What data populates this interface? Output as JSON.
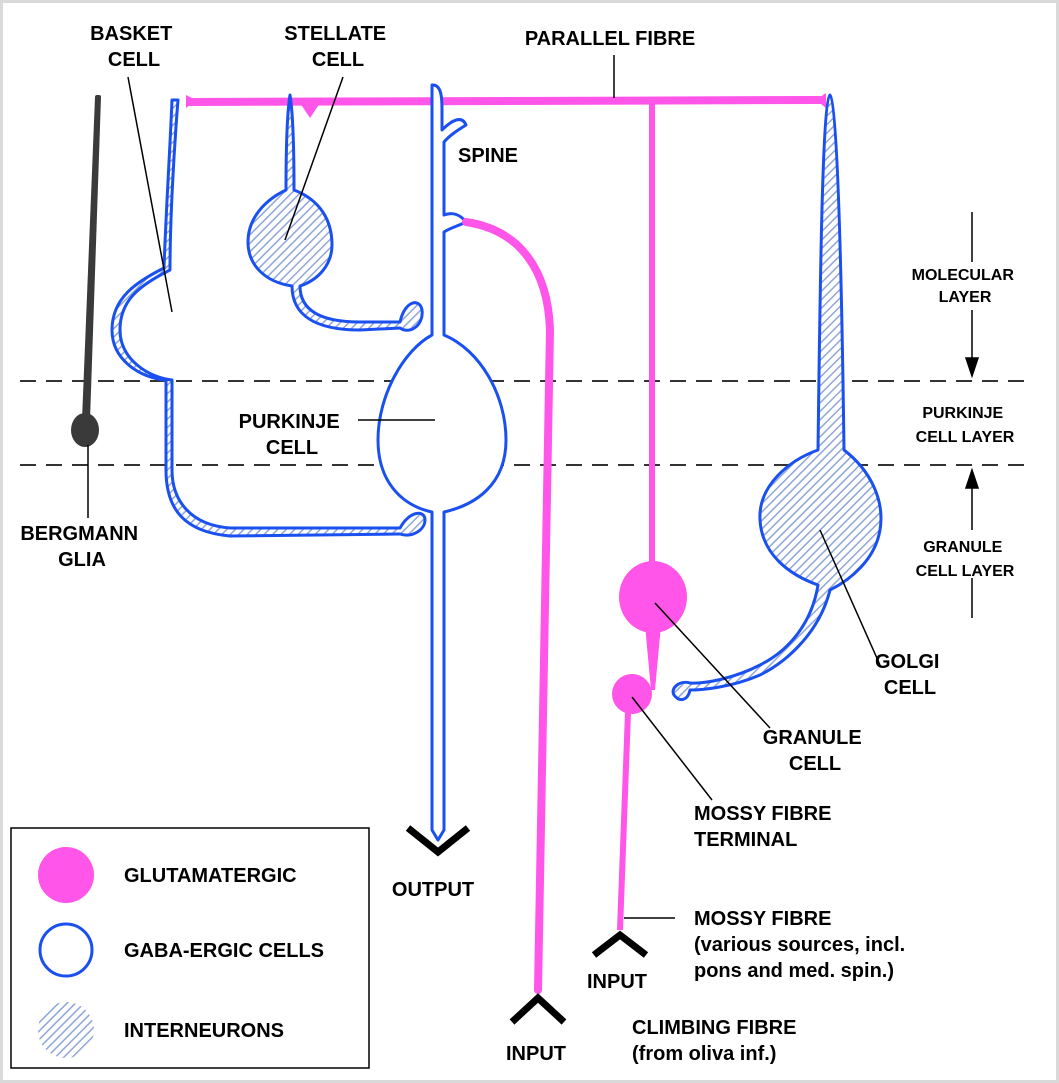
{
  "colors": {
    "glutamatergic": "#ff55e8",
    "gaba": "#1a4ff0",
    "interneuron_hatch": "#8fa6d8",
    "glia": "#3a3a3a"
  },
  "labels": {
    "basket_cell": [
      "BASKET",
      "CELL"
    ],
    "stellate_cell": [
      "STELLATE",
      "CELL"
    ],
    "parallel_fibre": "PARALLEL FIBRE",
    "spine": "SPINE",
    "purkinje_cell": [
      "PURKINJE",
      "CELL"
    ],
    "bergmann_glia": [
      "BERGMANN",
      "GLIA"
    ],
    "golgi_cell": [
      "GOLGI",
      "CELL"
    ],
    "granule_cell": [
      "GRANULE",
      "CELL"
    ],
    "mossy_fibre_terminal": [
      "MOSSY FIBRE",
      "TERMINAL"
    ],
    "mossy_fibre": [
      "MOSSY FIBRE",
      "(various sources, incl.",
      "pons and med. spin.)"
    ],
    "climbing_fibre": [
      "CLIMBING FIBRE",
      "(from oliva inf.)"
    ],
    "output": "OUTPUT",
    "input_climbing": "INPUT",
    "input_mossy": "INPUT"
  },
  "layers": {
    "molecular": [
      "MOLECULAR",
      "LAYER"
    ],
    "purkinje": [
      "PURKINJE",
      "CELL LAYER"
    ],
    "granule": [
      "GRANULE",
      "CELL LAYER"
    ]
  },
  "legend": {
    "glutamatergic": "GLUTAMATERGIC",
    "gaba": "GABA-ERGIC CELLS",
    "interneurons": "INTERNEURONS"
  }
}
